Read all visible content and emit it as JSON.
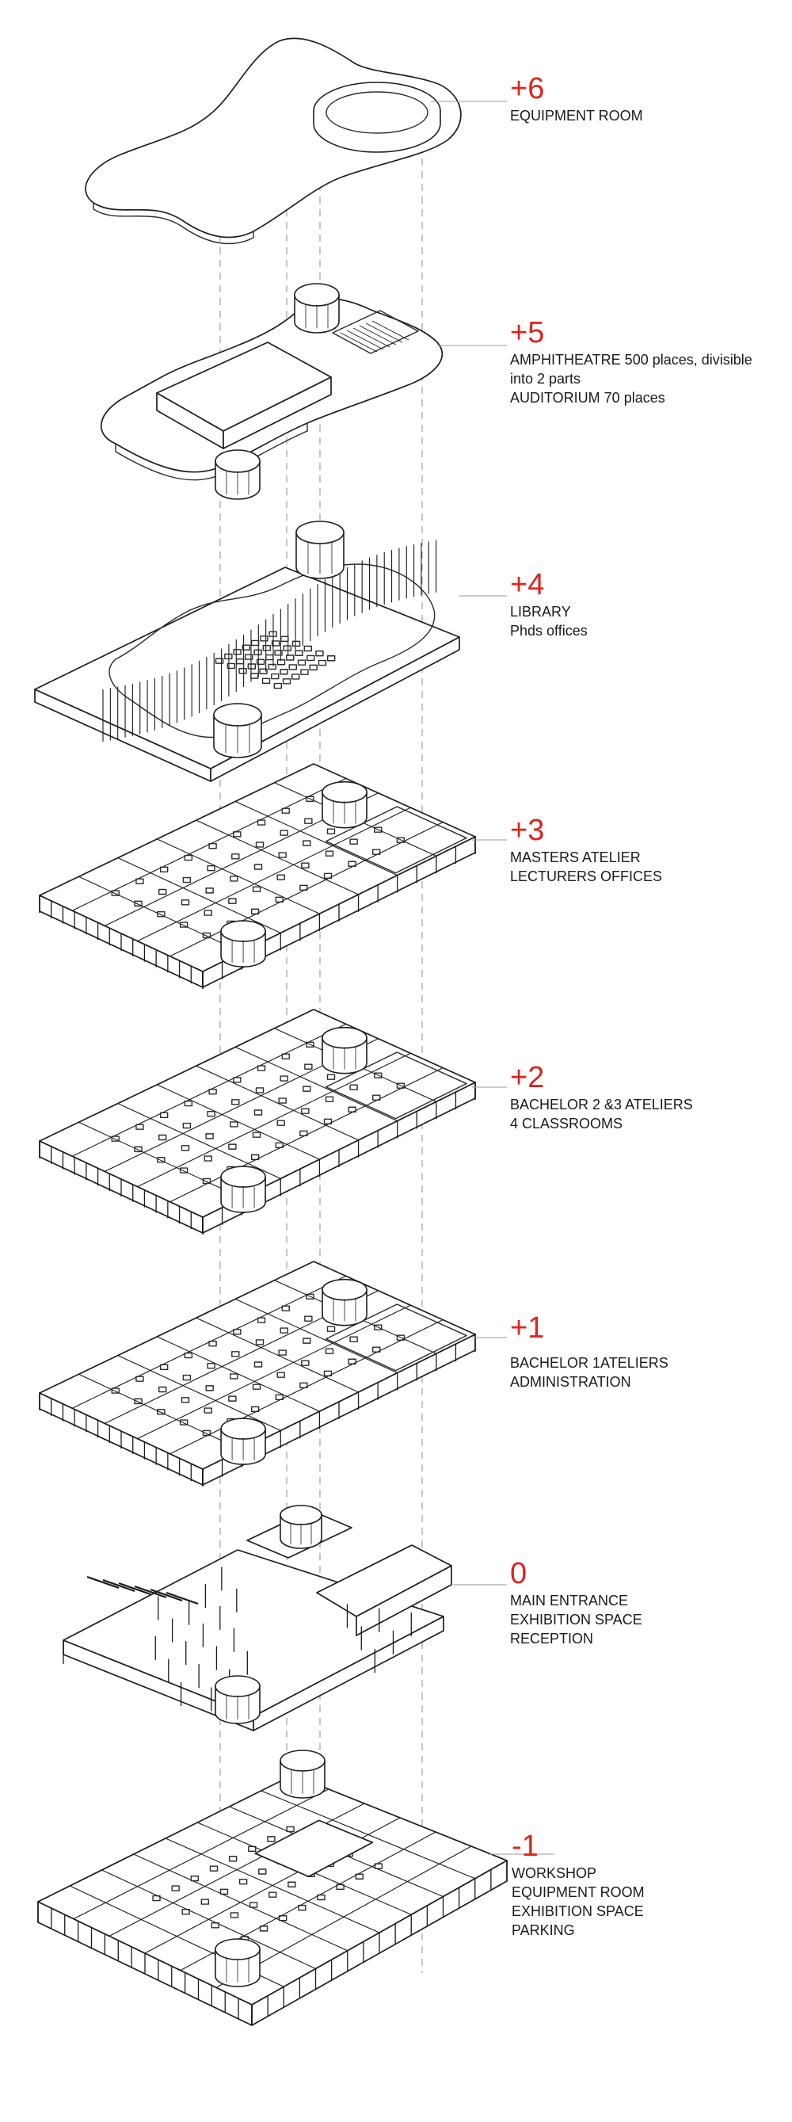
{
  "levels": [
    {
      "level": "+6",
      "lines": [
        "EQUIPMENT ROOM"
      ]
    },
    {
      "level": "+5",
      "lines": [
        "AMPHITHEATRE 500 places, divisible",
        "into 2 parts",
        "AUDITORIUM 70 places"
      ]
    },
    {
      "level": "+4",
      "lines": [
        "LIBRARY",
        "Phds offices"
      ]
    },
    {
      "level": "+3",
      "lines": [
        "MASTERS ATELIER",
        "LECTURERS OFFICES"
      ]
    },
    {
      "level": "+2",
      "lines": [
        "BACHELOR 2 &3 ATELIERS",
        "4 CLASSROOMS"
      ]
    },
    {
      "level": "+1",
      "lines": [
        "BACHELOR 1ATELIERS",
        "ADMINISTRATION"
      ]
    },
    {
      "level": "0",
      "lines": [
        "MAIN ENTRANCE",
        "EXHIBITION SPACE",
        "RECEPTION"
      ]
    },
    {
      "level": "-1",
      "lines": [
        "WORKSHOP",
        "EQUIPMENT ROOM",
        "EXHIBITION SPACE",
        "PARKING"
      ]
    }
  ],
  "colors": {
    "accent": "#d9261c",
    "ink": "#1a1a1a",
    "leader": "#9a9a9a"
  }
}
